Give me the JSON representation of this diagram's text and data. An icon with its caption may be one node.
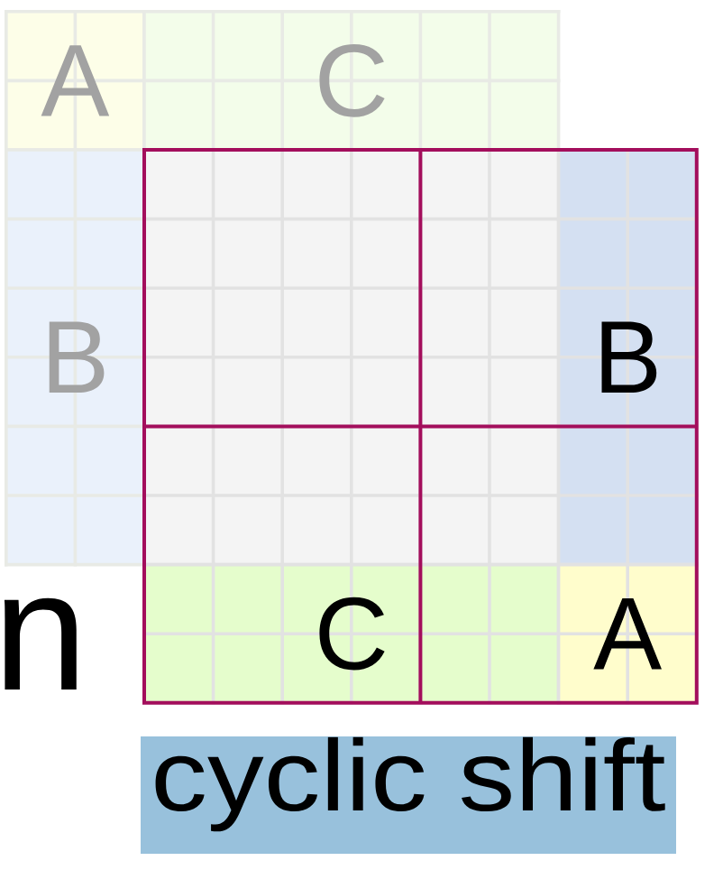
{
  "diagram": {
    "nodes": [
      {
        "text": [
          "A"
        ]
      },
      {
        "text": [
          "C"
        ]
      },
      {
        "text": [
          "B"
        ]
      },
      {
        "text": [],
        "shape": "box"
      },
      {
        "text": [
          "B"
        ],
        "in": 3
      },
      {
        "text": [
          "C"
        ],
        "in": 3
      },
      {
        "text": [
          "A"
        ],
        "in": 3
      },
      {
        "text": [
          "cyclic shift"
        ]
      }
    ],
    "labels": [
      "n"
    ]
  }
}
